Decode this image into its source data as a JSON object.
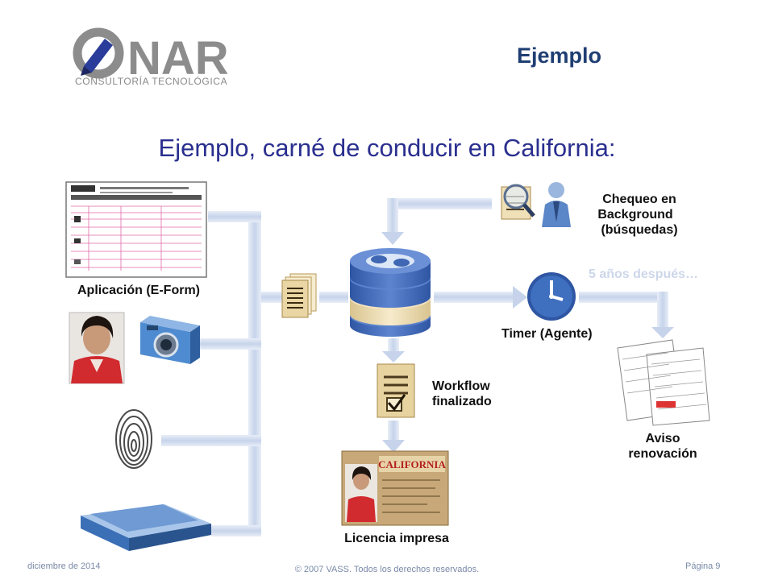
{
  "header": {
    "logo_text": "ONAR",
    "logo_subtitle": "CONSULTORÍA TECNOLÓGICA",
    "slide_title": "Ejemplo"
  },
  "headline": "Ejemplo, carné de conducir en California:",
  "labels": {
    "application": "Aplicación (E-Form)",
    "background_check_line1": "Chequeo en",
    "background_check_line2": "Background",
    "background_check_line3": "(búsquedas)",
    "five_years": "5 años después…",
    "timer": "Timer (Agente)",
    "workflow_line1": "Workflow",
    "workflow_line2": "finalizado",
    "renewal_line1": "Aviso",
    "renewal_line2": "renovación",
    "license": "Licencia impresa",
    "license_card_text": "CALIFORNIA"
  },
  "footer": {
    "date": "diciembre de 2014",
    "copyright": "© 2007 VASS. Todos los derechos reservados.",
    "page": "Página 9"
  },
  "colors": {
    "headline": "#2a2f8f",
    "title": "#1f3e73",
    "arrow": "#c9d5ea",
    "database_blue": "#3f67b3",
    "database_cream": "#f3e2bf"
  }
}
